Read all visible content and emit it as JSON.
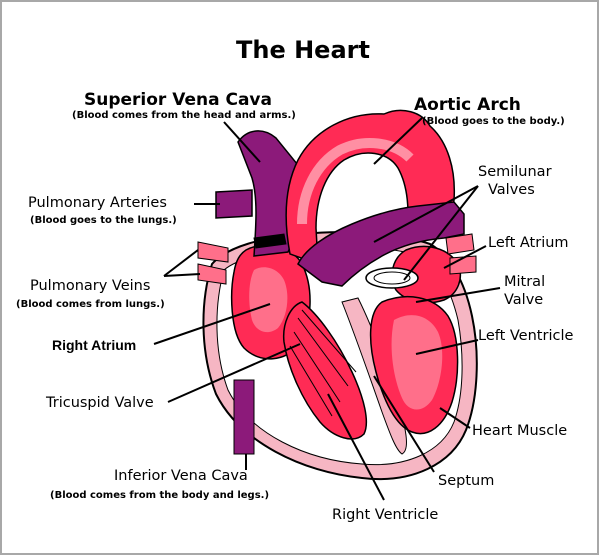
{
  "title": "The Heart",
  "labels": {
    "superior_vena_cava": "Superior Vena Cava",
    "superior_vena_cava_note": "(Blood comes from the head and arms.)",
    "aortic_arch": "Aortic Arch",
    "aortic_arch_note": "(Blood goes to the body.)",
    "pulmonary_arteries": "Pulmonary Arteries",
    "pulmonary_arteries_note": "(Blood goes to the lungs.)",
    "pulmonary_veins": "Pulmonary Veins",
    "pulmonary_veins_note": "(Blood comes from lungs.)",
    "right_atrium": "Right Atrium",
    "tricuspid_valve": "Tricuspid Valve",
    "inferior_vena_cava": "Inferior Vena Cava",
    "inferior_vena_cava_note": "(Blood comes from the body and legs.)",
    "semilunar_valves_line1": "Semilunar",
    "semilunar_valves_line2": "Valves",
    "left_atrium": "Left Atrium",
    "mitral_valve_line1": "Mitral",
    "mitral_valve_line2": "Valve",
    "left_ventricle": "Left Ventricle",
    "heart_muscle": "Heart Muscle",
    "septum": "Septum",
    "right_ventricle": "Right Ventricle"
  },
  "colors": {
    "oxygenated_red": "#ff2b55",
    "light_red": "#ff6f8a",
    "deoxygenated_purple": "#8c1a7a",
    "muscle_pink": "#f6b6c3",
    "outline": "#000000",
    "frame_border": "#a8a8a8"
  }
}
